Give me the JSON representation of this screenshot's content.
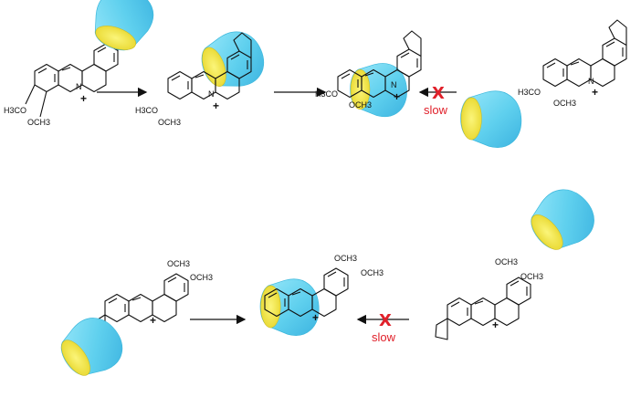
{
  "labels": {
    "methoxy_h3co": "H3CO",
    "methoxy_och3": "OCH3",
    "nitrogen": "N",
    "charge": "+",
    "blocked": "X",
    "rate": "slow"
  },
  "colors": {
    "host_outer": "#6fd8f0",
    "host_edge": "#3ab7dc",
    "host_inner": "#f2ea4a",
    "blocked_text": "#e0202a",
    "ink": "#111111"
  },
  "icons": [
    "macrocycle-host-shape",
    "reaction-arrow",
    "blocked-cross"
  ]
}
